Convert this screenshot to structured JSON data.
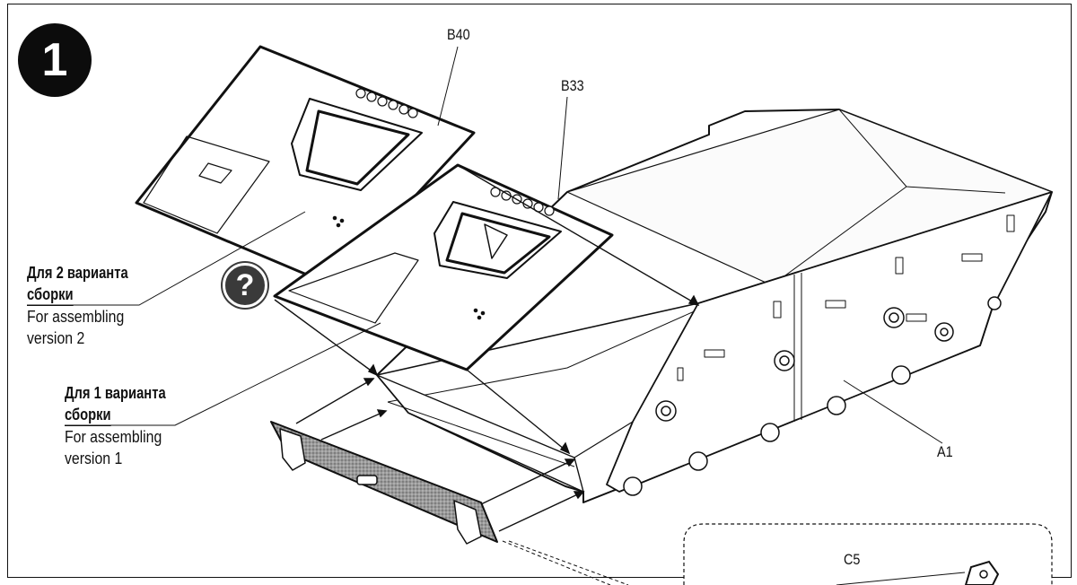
{
  "step": {
    "number": "1"
  },
  "parts": {
    "b40": "B40",
    "b33": "B33",
    "a1": "A1",
    "c5": "C5"
  },
  "notes": {
    "variant2": {
      "ru_line1": "Для 2 варианта",
      "ru_line2": "сборки",
      "en_line1": "For assembling",
      "en_line2": "version 2"
    },
    "variant1": {
      "ru_line1": "Для 1 варианта",
      "ru_line2": "сборки",
      "en_line1": "For assembling",
      "en_line2": "version 1"
    }
  },
  "help_icon": {
    "glyph": "?",
    "icon": "question-mark-icon"
  },
  "colors": {
    "line": "#111111",
    "badge": "#0c0c0c",
    "plate_fill": "#8a8a8a"
  }
}
